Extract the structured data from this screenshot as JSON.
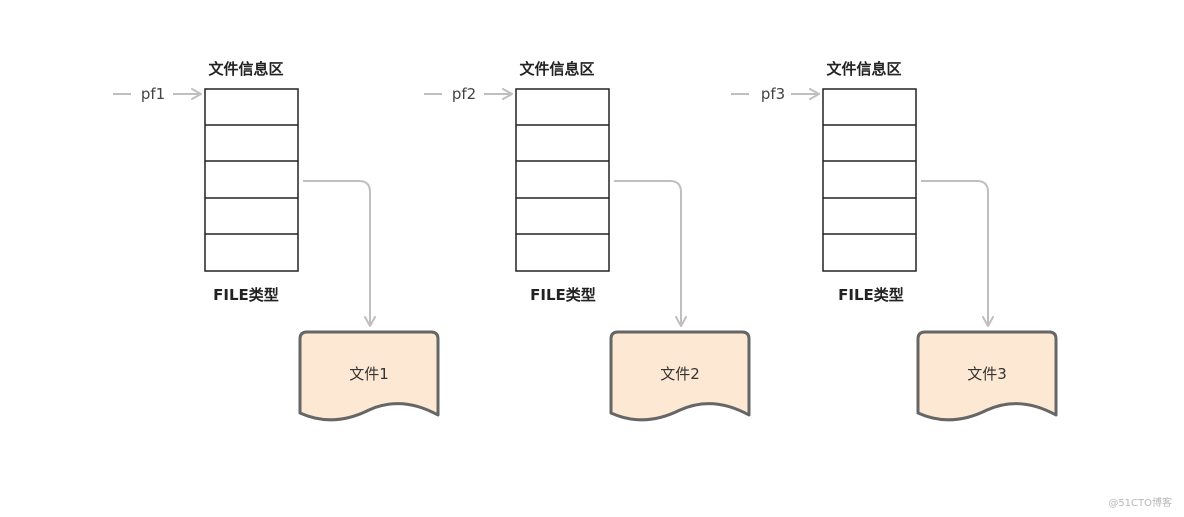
{
  "groups": [
    {
      "pointer": "pf1",
      "header": "文件信息区",
      "footer": "FILE类型",
      "file": "文件1"
    },
    {
      "pointer": "pf2",
      "header": "文件信息区",
      "footer": "FILE类型",
      "file": "文件2"
    },
    {
      "pointer": "pf3",
      "header": "文件信息区",
      "footer": "FILE类型",
      "file": "文件3"
    }
  ],
  "watermark": "@51CTO博客",
  "colors": {
    "connector": "#bfbfbf",
    "box_stroke": "#222222",
    "doc_fill": "#fde8d3",
    "doc_stroke": "#666666"
  }
}
